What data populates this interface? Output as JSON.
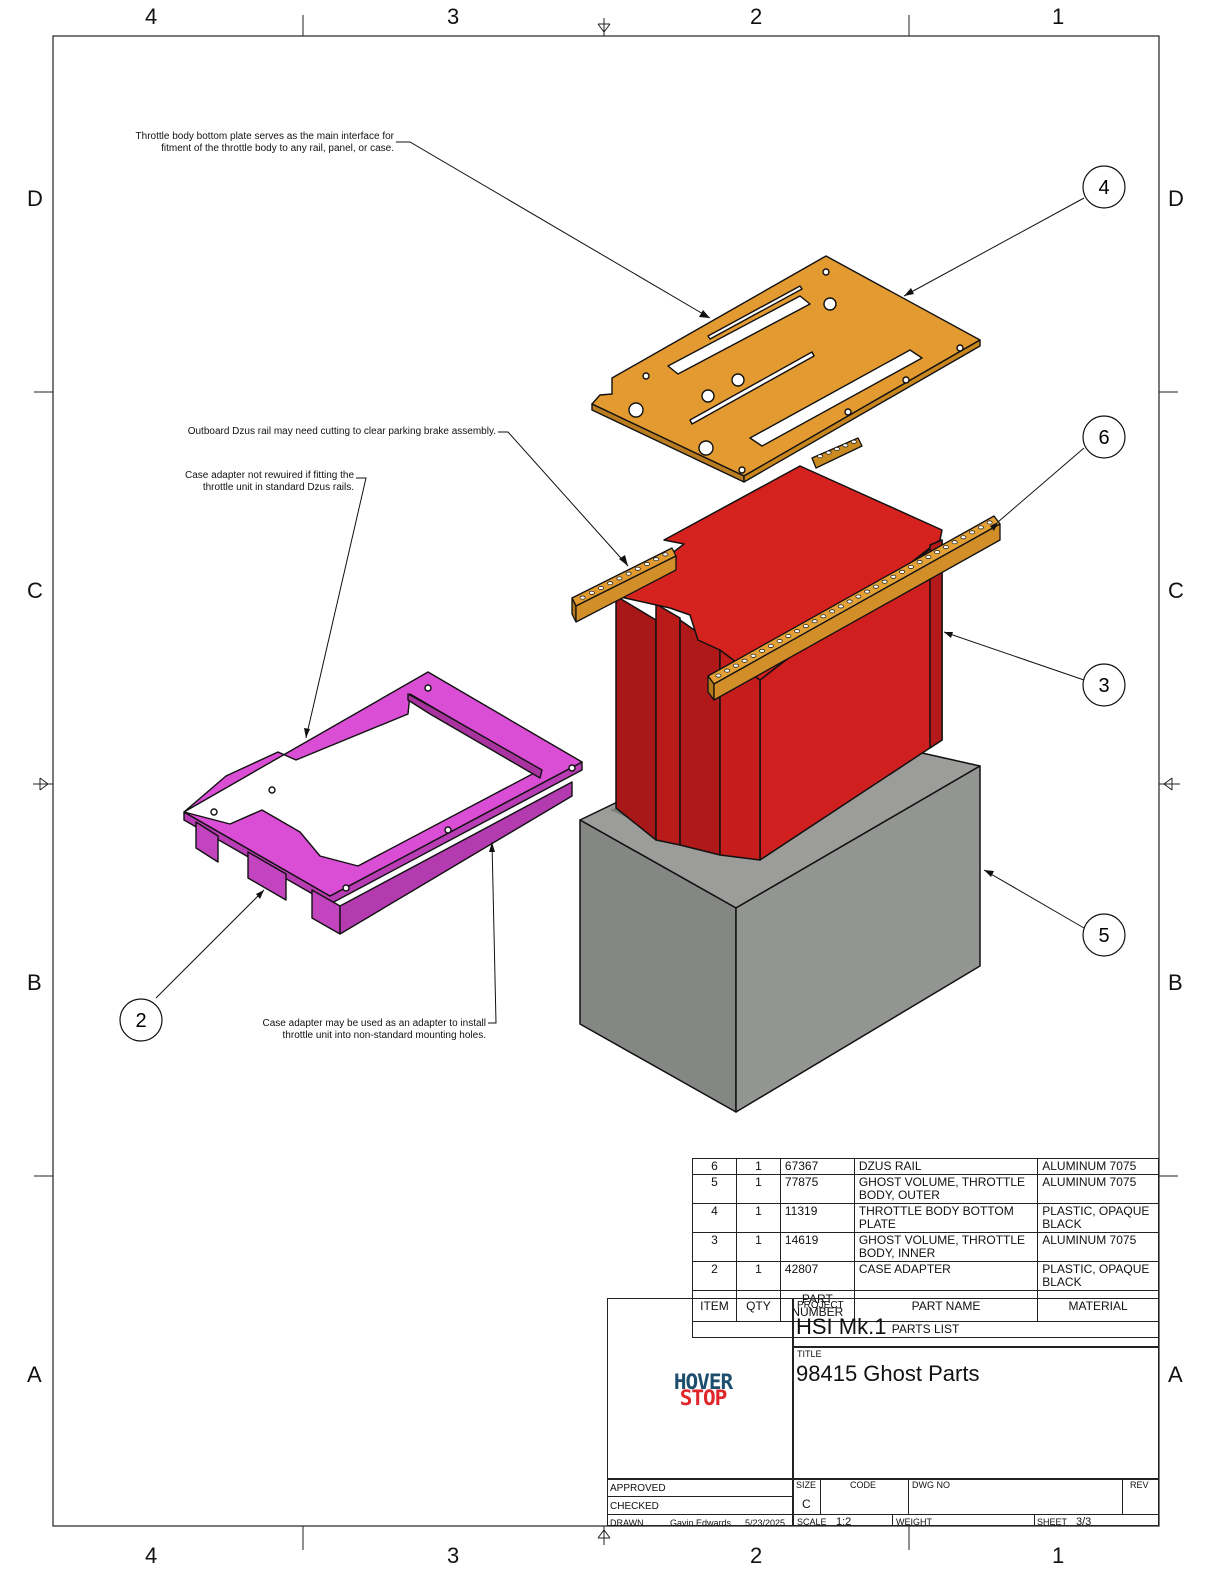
{
  "zones": {
    "columns": [
      "4",
      "3",
      "2",
      "1"
    ],
    "rows": [
      "D",
      "C",
      "B",
      "A"
    ]
  },
  "notes": {
    "bottom_plate": [
      "Throttle body bottom plate serves as the main interface for",
      "fitment of the throttle body to any rail, panel, or case."
    ],
    "outboard_rail": [
      "Outboard Dzus rail may need cutting to clear parking brake assembly."
    ],
    "case_adapter_rewire": [
      "Case adapter not rewuired if fitting the",
      "throttle unit in standard Dzus rails."
    ],
    "case_adapter_use": [
      "Case adapter may be used as an adapter to install",
      "throttle unit into non-standard mounting holes."
    ]
  },
  "balloons": [
    "4",
    "6",
    "3",
    "5",
    "2"
  ],
  "colors": {
    "plate": "#E0982F",
    "rail": "#D9962A",
    "inner_body": "#D42020",
    "outer_block": "#8E908E",
    "adapter": "#D94ED4",
    "logo_blue": "#1E4E6E",
    "logo_red": "#E0262A"
  },
  "parts_list": {
    "rows": [
      {
        "item": "6",
        "qty": "1",
        "part_number": "67367",
        "part_name": "DZUS RAIL",
        "material": "ALUMINUM 7075"
      },
      {
        "item": "5",
        "qty": "1",
        "part_number": "77875",
        "part_name": "GHOST VOLUME, THROTTLE BODY, OUTER",
        "material": "ALUMINUM 7075"
      },
      {
        "item": "4",
        "qty": "1",
        "part_number": "11319",
        "part_name": "THROTTLE BODY BOTTOM PLATE",
        "material": "PLASTIC, OPAQUE BLACK"
      },
      {
        "item": "3",
        "qty": "1",
        "part_number": "14619",
        "part_name": "GHOST VOLUME, THROTTLE BODY, INNER",
        "material": "ALUMINUM 7075"
      },
      {
        "item": "2",
        "qty": "1",
        "part_number": "42807",
        "part_name": "CASE ADAPTER",
        "material": "PLASTIC, OPAQUE BLACK"
      }
    ],
    "headers": {
      "item": "ITEM",
      "qty": "QTY",
      "part_number": "PART NUMBER",
      "part_name": "PART NAME",
      "material": "MATERIAL"
    },
    "title": "PARTS LIST"
  },
  "title_block": {
    "logo_top": "HOVER",
    "logo_bottom": "STOP",
    "project_label": "PROJECT",
    "project": "HSI Mk.1",
    "title_label": "TITLE",
    "title": "98415 Ghost Parts",
    "approved_label": "APPROVED",
    "checked_label": "CHECKED",
    "drawn_label": "DRAWN",
    "drawn_by": "Gavin Edwards",
    "drawn_date": "5/23/2025",
    "size_label": "SIZE",
    "size": "C",
    "code_label": "CODE",
    "dwg_no_label": "DWG NO",
    "rev_label": "REV",
    "scale_label": "SCALE",
    "scale": "1:2",
    "weight_label": "WEIGHT",
    "sheet_label": "SHEET",
    "sheet": "3/3"
  }
}
